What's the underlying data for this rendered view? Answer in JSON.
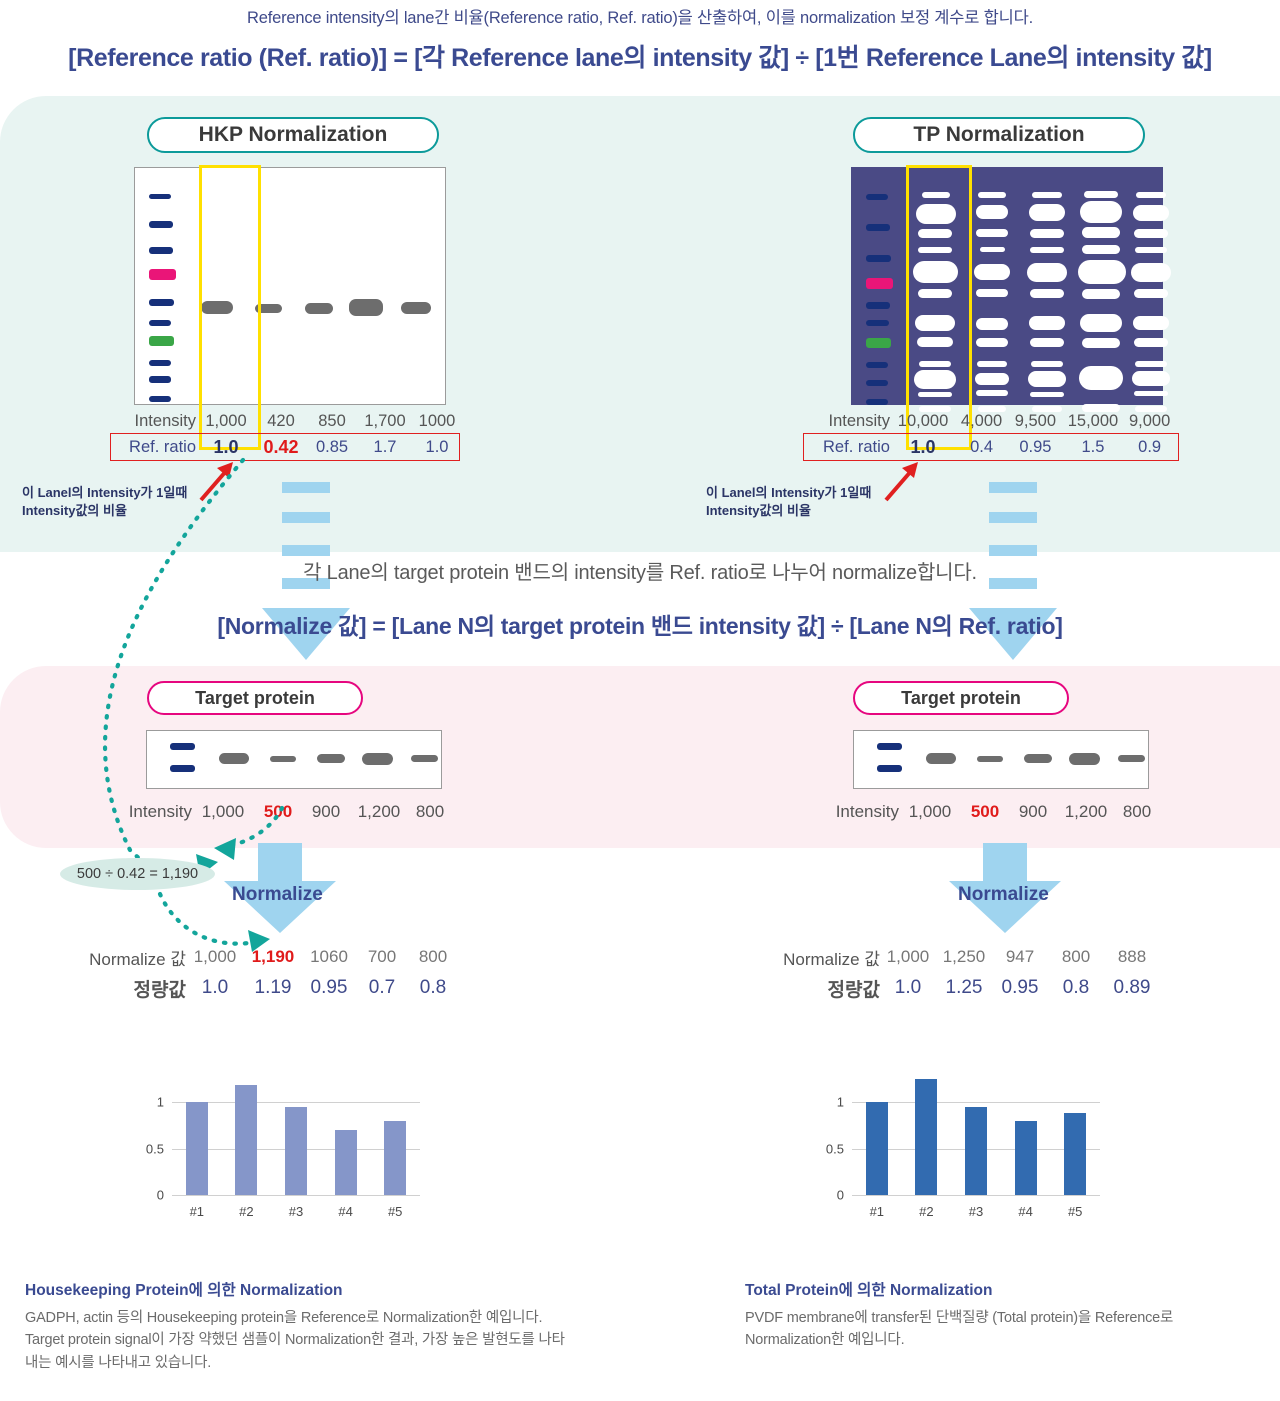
{
  "header": {
    "caption": "Reference intensity의 lane간 비율(Reference ratio, Ref. ratio)을 산출하여, 이를 normalization 보정 계수로 합니다.",
    "formula": "[Reference ratio (Ref. ratio)] = [각 Reference lane의 intensity 값] ÷ [1번 Reference Lane의 intensity 값]"
  },
  "mid": {
    "text": "각 Lane의 target protein 밴드의 intensity를 Ref. ratio로 나누어 normalize합니다.",
    "formula": "[Normalize 값] = [Lane N의 target protein 밴드 intensity 값] ÷ [Lane N의 Ref. ratio]"
  },
  "left_panel": {
    "pill": "HKP Normalization",
    "note_line1": "이 Lanel의 Intensity가 1일때",
    "note_line2": "Intensity값의 비율",
    "intensity_label": "Intensity",
    "intensity_values": [
      "1,000",
      "420",
      "850",
      "1,700",
      "1000"
    ],
    "ratio_label": "Ref. ratio",
    "ratio_values": [
      "1.0",
      "0.42",
      "0.85",
      "1.7",
      "1.0"
    ],
    "target_pill": "Target protein",
    "target_intensity_label": "Intensity",
    "target_intensity_values": [
      "1,000",
      "500",
      "900",
      "1,200",
      "800"
    ],
    "callout": "500 ÷ 0.42 = 1,190",
    "normalize_label": "Normalize",
    "norm_row_label": "Normalize 값",
    "norm_values": [
      "1,000",
      "1,190",
      "1060",
      "700",
      "800"
    ],
    "quant_row_label": "정량값",
    "quant_values": [
      "1.0",
      "1.19",
      "0.95",
      "0.7",
      "0.8"
    ],
    "caption_title": "Housekeeping Protein에 의한 Normalization",
    "caption_body": "GADPH, actin 등의 Housekeeping protein을 Reference로 Normalization한 예입니다. Target protein signal이 가장 약했던 샘플이 Normalization한 결과, 가장 높은 발현도를 나타내는 예시를 나타내고 있습니다."
  },
  "right_panel": {
    "pill": "TP Normalization",
    "note_line1": "이 Lanel의 Intensity가 1일때",
    "note_line2": "Intensity값의 비율",
    "intensity_label": "Intensity",
    "intensity_values": [
      "10,000",
      "4,000",
      "9,500",
      "15,000",
      "9,000"
    ],
    "ratio_label": "Ref. ratio",
    "ratio_values": [
      "1.0",
      "0.4",
      "0.95",
      "1.5",
      "0.9"
    ],
    "target_pill": "Target protein",
    "target_intensity_label": "Intensity",
    "target_intensity_values": [
      "1,000",
      "500",
      "900",
      "1,200",
      "800"
    ],
    "normalize_label": "Normalize",
    "norm_row_label": "Normalize 값",
    "norm_values": [
      "1,000",
      "1,250",
      "947",
      "800",
      "888"
    ],
    "quant_row_label": "정량값",
    "quant_values": [
      "1.0",
      "1.25",
      "0.95",
      "0.8",
      "0.89"
    ],
    "caption_title": "Total Protein에 의한 Normalization",
    "caption_body": "PVDF membrane에 transfer된 단백질량 (Total protein)을 Reference로 Normalization한 예입니다."
  },
  "colors": {
    "teal_bg": "#e8f4f2",
    "pink_bg": "#fceef2",
    "navy_text": "#3a4a91",
    "red_accent": "#e01b1b",
    "yellow_highlight": "#ffe000",
    "bar_left": "#8596c9",
    "bar_right": "#326bb0",
    "gel_tp_bg": "#4a4a85",
    "marker_pink": "#ea1578",
    "marker_green": "#3aa647",
    "marker_navy": "#16307a",
    "arrow_blue": "#9fd4ef",
    "dotted_teal": "#0c9a9a"
  },
  "chart_data": [
    {
      "type": "bar",
      "title": "Housekeeping Protein Normalization result",
      "categories": [
        "#1",
        "#2",
        "#3",
        "#4",
        "#5"
      ],
      "values": [
        1.0,
        1.19,
        0.95,
        0.7,
        0.8
      ],
      "yticks": [
        "0",
        "0.5",
        "1"
      ],
      "ylim": [
        0,
        1.35
      ],
      "xlabel": "",
      "ylabel": "",
      "grid": true,
      "legend": "none",
      "color": "#8596c9"
    },
    {
      "type": "bar",
      "title": "Total Protein Normalization result",
      "categories": [
        "#1",
        "#2",
        "#3",
        "#4",
        "#5"
      ],
      "values": [
        1.0,
        1.25,
        0.95,
        0.8,
        0.89
      ],
      "yticks": [
        "0",
        "0.5",
        "1"
      ],
      "ylim": [
        0,
        1.35
      ],
      "xlabel": "",
      "ylabel": "",
      "grid": true,
      "legend": "none",
      "color": "#326bb0"
    }
  ]
}
